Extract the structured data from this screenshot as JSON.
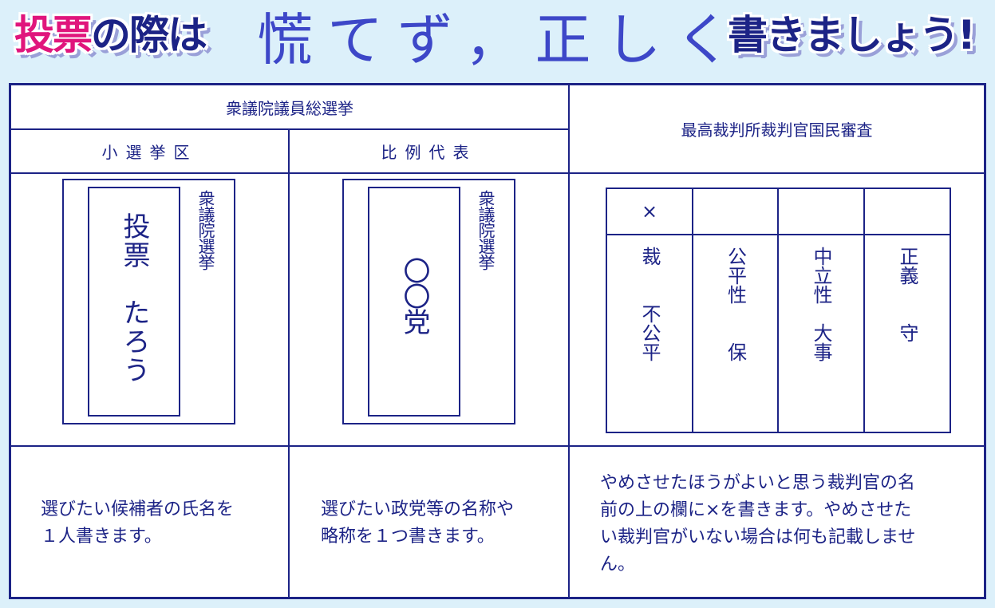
{
  "headline": {
    "part1_pink": "投票",
    "part1_navy": "の際は",
    "part2": "慌てず，正しく",
    "part3": "書きましょう!"
  },
  "colors": {
    "background": "#dcf0fa",
    "navy": "#1c2386",
    "pink": "#e0157c",
    "blue": "#3d47c8"
  },
  "table": {
    "house_election_header": "衆議院議員総選挙",
    "single_seat_header": "小選挙区",
    "proportional_header": "比例代表",
    "review_header": "最高裁判所裁判官国民審査",
    "single_seat_ballot": {
      "label": "衆議院選挙",
      "name": "投票　たろう"
    },
    "proportional_ballot": {
      "label": "衆議院選挙",
      "name": "〇〇党"
    },
    "judges": [
      {
        "mark": "×",
        "name": "裁　　不公平"
      },
      {
        "mark": "",
        "name": "公平性　　保"
      },
      {
        "mark": "",
        "name": "中立性　大事"
      },
      {
        "mark": "",
        "name": "正義　　守"
      }
    ],
    "single_seat_instruction": "選びたい候補者の氏名を１人書きます。",
    "single_seat_instruction_lines": [
      "選びたい候補者の氏名を",
      "１人書きます。"
    ],
    "proportional_instruction_lines": [
      "選びたい政党等の名称や",
      "略称を１つ書きます。"
    ],
    "review_instruction_lines": [
      "やめさせたほうがよいと思う裁判官の名",
      "前の上の欄に×を書きます。やめさせた",
      "い裁判官がいない場合は何も記載しませ",
      "ん。"
    ]
  }
}
